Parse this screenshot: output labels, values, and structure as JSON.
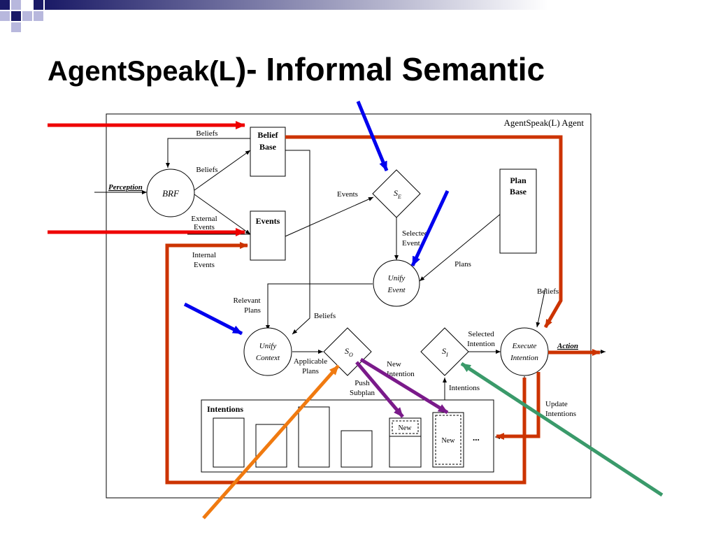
{
  "title": {
    "part1": "AgentSpeak(L",
    "part2": ")- Informal Semantic"
  },
  "diagram": {
    "frame_label": "AgentSpeak(L) Agent",
    "nodes": {
      "brf": "BRF",
      "belief_base_line1": "Belief",
      "belief_base_line2": "Base",
      "events": "Events",
      "se_main": "S",
      "se_sub": "E",
      "plan_base_line1": "Plan",
      "plan_base_line2": "Base",
      "unify_event_line1": "Unify",
      "unify_event_line2": "Event",
      "unify_context_line1": "Unify",
      "unify_context_line2": "Context",
      "so_main": "S",
      "so_sub": "O",
      "si_main": "S",
      "si_sub": "I",
      "execute_line1": "Execute",
      "execute_line2": "Intention",
      "intentions": "Intentions",
      "new_1": "New",
      "new_2": "New",
      "ellipsis": "..."
    },
    "labels": {
      "perception": "Perception",
      "beliefs_top": "Beliefs",
      "beliefs_mid": "Beliefs",
      "external_events_1": "External",
      "external_events_2": "Events",
      "internal_events_1": "Internal",
      "internal_events_2": "Events",
      "events_to_se": "Events",
      "selected_event_1": "Selected",
      "selected_event_2": "Event",
      "plans": "Plans",
      "beliefs_right": "Beliefs",
      "relevant_plans_1": "Relevant",
      "relevant_plans_2": "Plans",
      "beliefs_context": "Beliefs",
      "applicable_plans_1": "Applicable",
      "applicable_plans_2": "Plans",
      "selected_intention_1": "Selected",
      "selected_intention_2": "Intention",
      "action": "Action",
      "new_intention_1": "New",
      "new_intention_2": "Intention",
      "push_subplan_1": "Push",
      "push_subplan_2": "Subplan",
      "intentions_label": "Intentions",
      "update_intentions_1": "Update",
      "update_intentions_2": "Intentions"
    },
    "colors": {
      "red_arrow": "#ee0000",
      "blue_arrow": "#0000ee",
      "orange_arrow": "#f07a10",
      "green_arrow": "#3a9a6a",
      "purple_arrow": "#7a1a8a",
      "brown_loop": "#cc3300",
      "corner_navy": "#1a1a66",
      "corner_lavender": "#b8b8dd"
    }
  }
}
